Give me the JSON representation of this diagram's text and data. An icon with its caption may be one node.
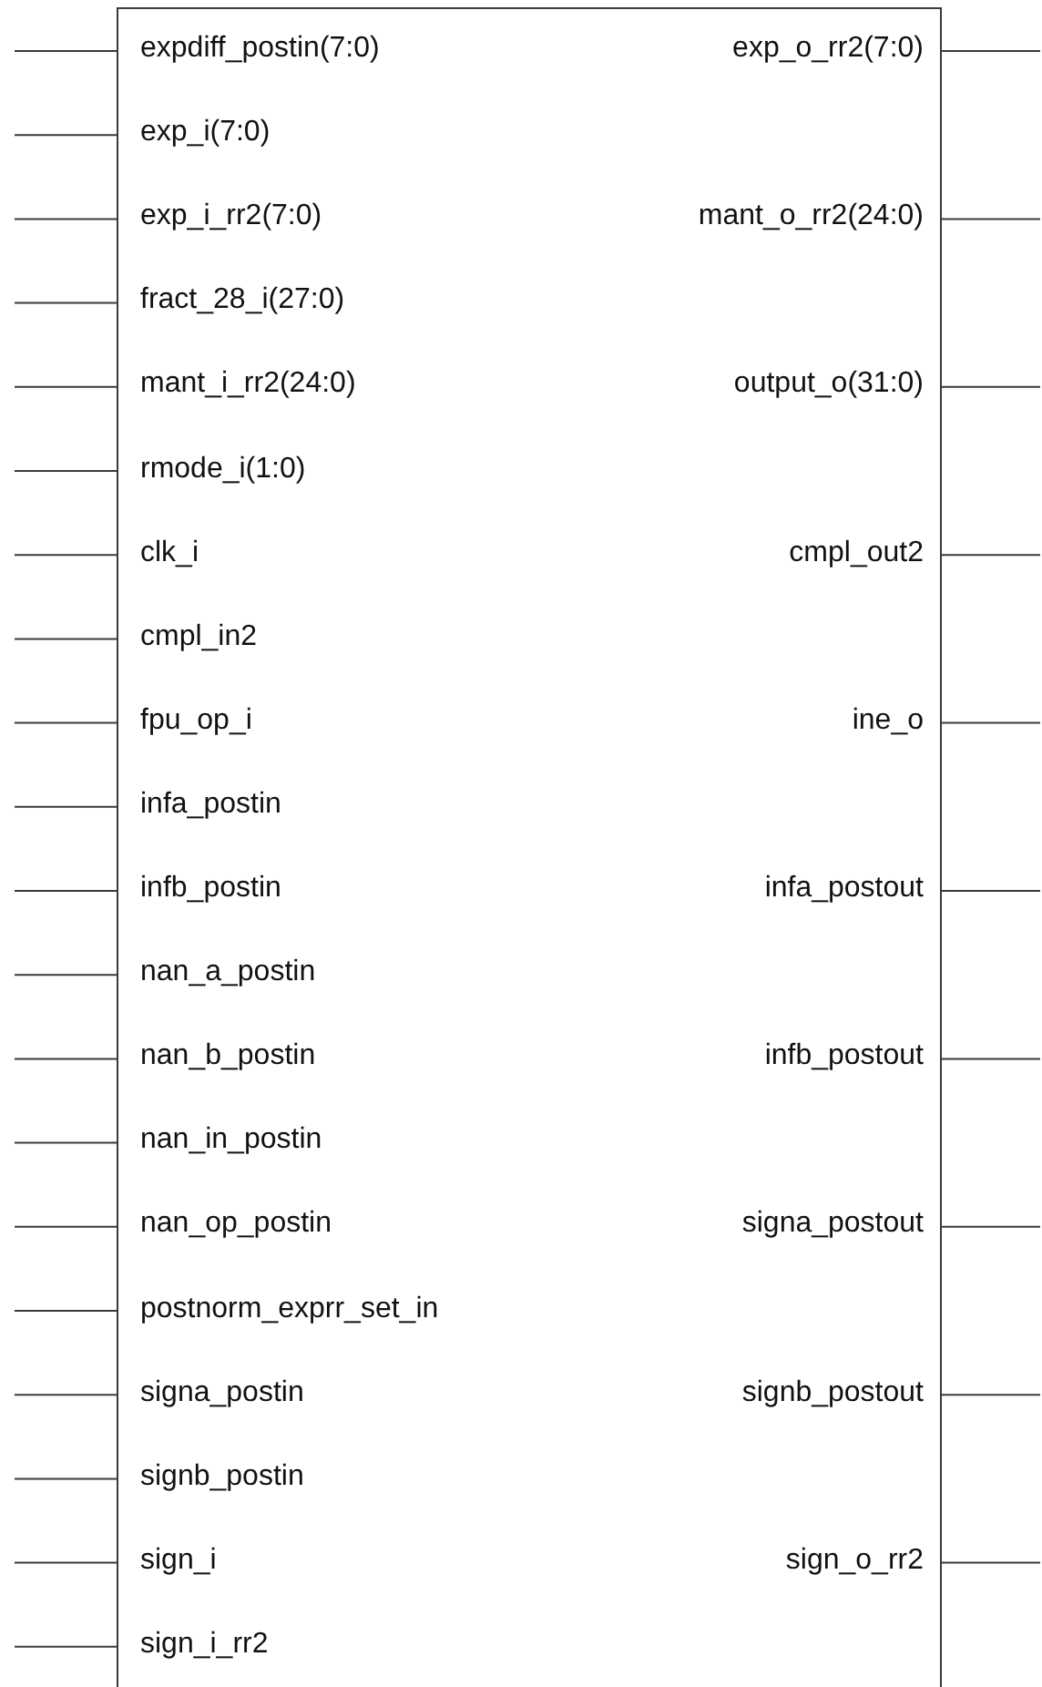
{
  "diagram": {
    "nodes": [
      {
        "text": [],
        "shape": "box"
      },
      {
        "text": [
          "expdiff_postin(7:0)"
        ],
        "in": 0
      },
      {
        "text": [
          "exp_o_rr2(7:0)"
        ],
        "in": 0
      },
      {
        "text": [
          "exp_i(7:0)"
        ],
        "in": 0
      },
      {
        "text": [
          "exp_i_rr2(7:0)"
        ],
        "in": 0
      },
      {
        "text": [
          "mant_o_rr2(24:0)"
        ],
        "in": 0
      },
      {
        "text": [
          "fract_28_i(27:0)"
        ],
        "in": 0
      },
      {
        "text": [
          "mant_i_rr2(24:0)"
        ],
        "in": 0
      },
      {
        "text": [
          "output_o(31:0)"
        ],
        "in": 0
      },
      {
        "text": [
          "rmode_i(1:0)"
        ],
        "in": 0
      },
      {
        "text": [
          "clk_i"
        ],
        "in": 0
      },
      {
        "text": [
          "cmpl_out2"
        ],
        "in": 0
      },
      {
        "text": [
          "cmpl_in2"
        ],
        "in": 0
      },
      {
        "text": [
          "fpu_op_i"
        ],
        "in": 0
      },
      {
        "text": [
          "ine_o"
        ],
        "in": 0
      },
      {
        "text": [
          "infa_postin"
        ],
        "in": 0
      },
      {
        "text": [
          "infb_postin"
        ],
        "in": 0
      },
      {
        "text": [
          "infa_postout"
        ],
        "in": 0
      },
      {
        "text": [
          "nan_a_postin"
        ],
        "in": 0
      },
      {
        "text": [
          "nan_b_postin"
        ],
        "in": 0
      },
      {
        "text": [
          "infb_postout"
        ],
        "in": 0
      },
      {
        "text": [
          "nan_in_postin"
        ],
        "in": 0
      },
      {
        "text": [
          "nan_op_postin"
        ],
        "in": 0
      },
      {
        "text": [
          "signa_postout"
        ],
        "in": 0
      },
      {
        "text": [
          "postnorm_exprr_set_in"
        ],
        "in": 0
      },
      {
        "text": [
          "signa_postin"
        ],
        "in": 0
      },
      {
        "text": [
          "signb_postout"
        ],
        "in": 0
      },
      {
        "text": [
          "signb_postin"
        ],
        "in": 0
      },
      {
        "text": [
          "sign_i"
        ],
        "in": 0
      },
      {
        "text": [
          "sign_o_rr2"
        ],
        "in": 0
      },
      {
        "text": [
          "sign_i_rr2"
        ],
        "in": 0
      }
    ],
    "edges": [
      {
        "from": null,
        "to": 1,
        "arrow": "none"
      },
      {
        "from": 2,
        "to": null,
        "arrow": "none"
      },
      {
        "from": null,
        "to": 3,
        "arrow": "none"
      },
      {
        "from": null,
        "to": 4,
        "arrow": "none"
      },
      {
        "from": 5,
        "to": null,
        "arrow": "none"
      },
      {
        "from": null,
        "to": 6,
        "arrow": "none"
      },
      {
        "from": null,
        "to": 7,
        "arrow": "none"
      },
      {
        "from": 8,
        "to": null,
        "arrow": "none"
      },
      {
        "from": null,
        "to": 9,
        "arrow": "none"
      },
      {
        "from": null,
        "to": 10,
        "arrow": "none"
      },
      {
        "from": 11,
        "to": null,
        "arrow": "none"
      },
      {
        "from": null,
        "to": 12,
        "arrow": "none"
      },
      {
        "from": null,
        "to": 13,
        "arrow": "none"
      },
      {
        "from": 14,
        "to": null,
        "arrow": "none"
      },
      {
        "from": null,
        "to": 15,
        "arrow": "none"
      },
      {
        "from": null,
        "to": 16,
        "arrow": "none"
      },
      {
        "from": 17,
        "to": null,
        "arrow": "none"
      },
      {
        "from": null,
        "to": 18,
        "arrow": "none"
      },
      {
        "from": null,
        "to": 19,
        "arrow": "none"
      },
      {
        "from": 20,
        "to": null,
        "arrow": "none"
      },
      {
        "from": null,
        "to": 21,
        "arrow": "none"
      },
      {
        "from": null,
        "to": 22,
        "arrow": "none"
      },
      {
        "from": 23,
        "to": null,
        "arrow": "none"
      },
      {
        "from": null,
        "to": 24,
        "arrow": "none"
      },
      {
        "from": null,
        "to": 25,
        "arrow": "none"
      },
      {
        "from": 26,
        "to": null,
        "arrow": "none"
      },
      {
        "from": null,
        "to": 27,
        "arrow": "none"
      },
      {
        "from": null,
        "to": 28,
        "arrow": "none"
      },
      {
        "from": 29,
        "to": null,
        "arrow": "none"
      },
      {
        "from": null,
        "to": 30,
        "arrow": "none"
      }
    ]
  }
}
